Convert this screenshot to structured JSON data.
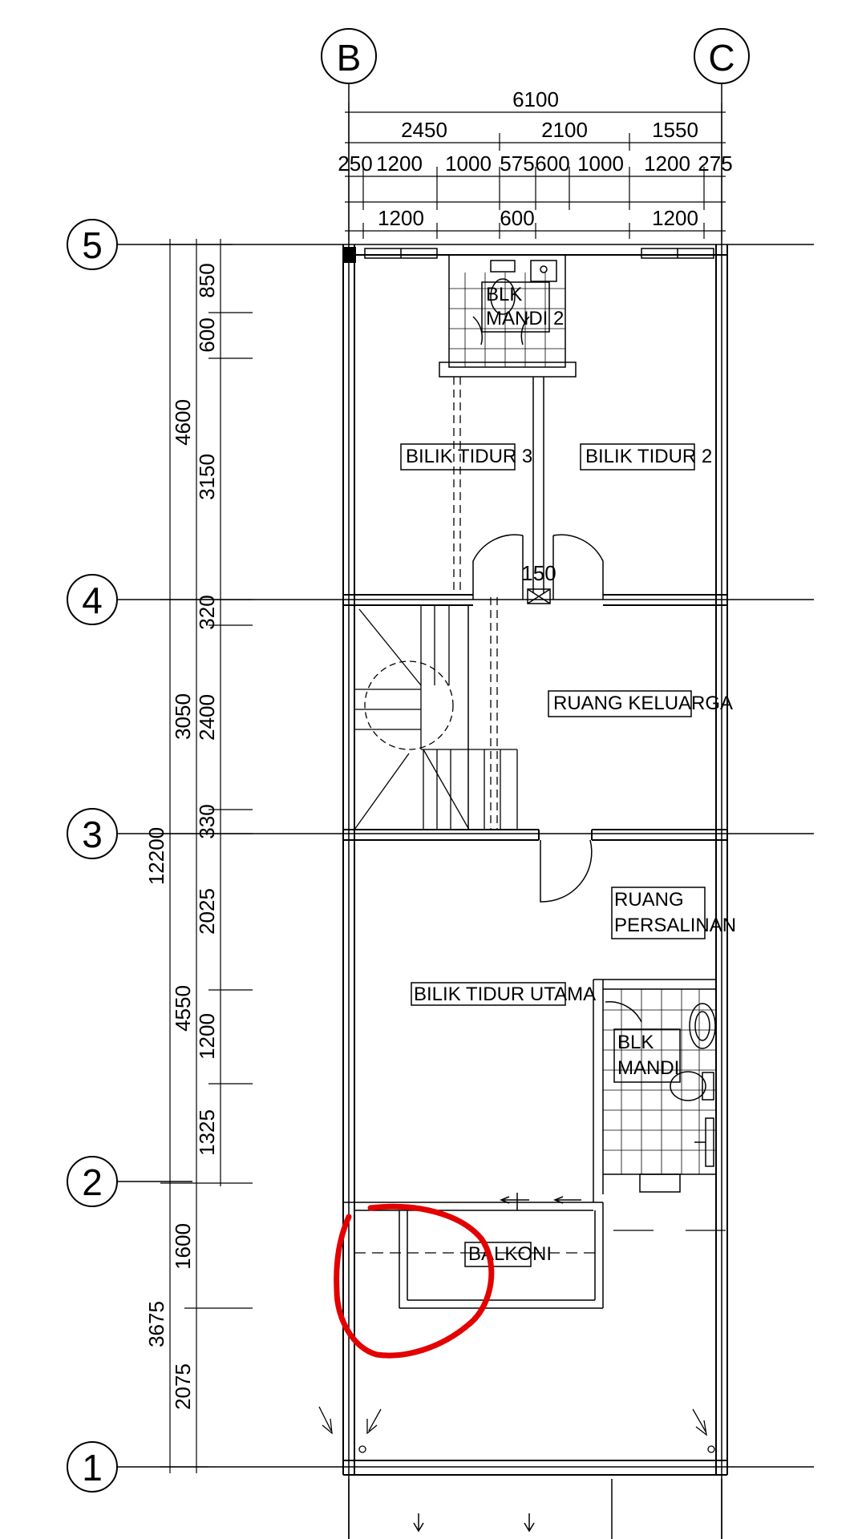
{
  "grid": {
    "columns": [
      "B",
      "C"
    ],
    "rows": [
      "5",
      "4",
      "3",
      "2",
      "1"
    ]
  },
  "dims_top": {
    "overall": "6100",
    "tier2": [
      "2450",
      "2100",
      "1550"
    ],
    "tier3": [
      "250",
      "1200",
      "1000",
      "575",
      "600",
      "1000",
      "1200",
      "275"
    ],
    "openings": [
      "1200",
      "600",
      "1200"
    ]
  },
  "dims_left": {
    "total": "12200",
    "mid": [
      "4600",
      "3050",
      "4550",
      "3675"
    ],
    "inner_a": [
      "850",
      "600",
      "3150",
      "320",
      "2400",
      "330",
      "2025",
      "1200",
      "1325"
    ],
    "inner_b": [
      "1600",
      "2075"
    ]
  },
  "rooms": {
    "blk_mandi_2_a": "BLK",
    "blk_mandi_2_b": "MANDI 2",
    "bilik_tidur_3": "BILIK TIDUR 3",
    "bilik_tidur_2": "BILIK TIDUR 2",
    "ruang_keluarga": "RUANG KELUARGA",
    "ruang_persalinan_a": "RUANG",
    "ruang_persalinan_b": "PERSALINAN",
    "bilik_tidur_utama": "BILIK TIDUR UTAMA",
    "blk_mandi_a": "BLK",
    "blk_mandi_b": "MANDI",
    "balkoni": "BALKONI"
  },
  "partition": "150",
  "highlight_color": "#e30000"
}
